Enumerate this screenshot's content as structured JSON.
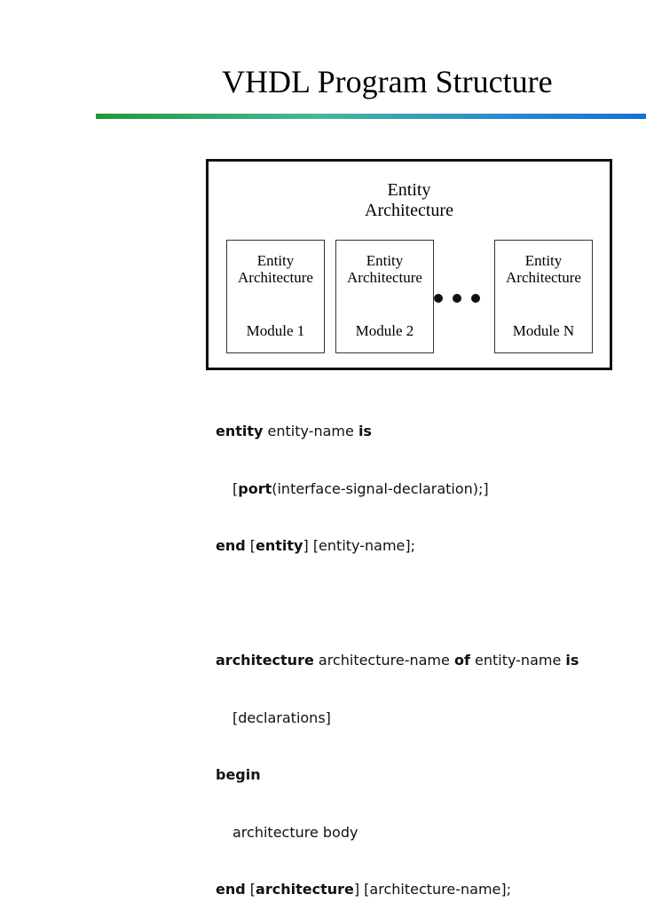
{
  "title": "VHDL Program Structure",
  "colors": {
    "rule_start": "#1f9a3a",
    "rule_end": "#1a6fd4"
  },
  "diagram": {
    "outer": {
      "line1": "Entity",
      "line2": "Architecture"
    },
    "modules": [
      {
        "entity": "Entity",
        "architecture": "Architecture",
        "name": "Module 1"
      },
      {
        "entity": "Entity",
        "architecture": "Architecture",
        "name": "Module 2"
      },
      {
        "entity": "Entity",
        "architecture": "Architecture",
        "name": "Module N"
      }
    ],
    "ellipsis": "•••"
  },
  "code": {
    "l1": {
      "kw1": "entity",
      "t1": " entity-name ",
      "kw2": "is"
    },
    "l2": {
      "t1": "[",
      "kw1": "port",
      "t2": "(interface-signal-declaration);]"
    },
    "l3": {
      "kw1": "end",
      "t1": " [",
      "kw2": "entity",
      "t2": "] [entity-name];"
    },
    "l4": {
      "kw1": "architecture",
      "t1": " architecture-name ",
      "kw2": "of",
      "t2": " entity-name ",
      "kw3": "is"
    },
    "l5": {
      "t1": "[declarations]"
    },
    "l6": {
      "kw1": "begin"
    },
    "l7": {
      "t1": "architecture body"
    },
    "l8": {
      "kw1": "end",
      "t1": " [",
      "kw2": "architecture",
      "t2": "] [architecture-name];"
    }
  }
}
